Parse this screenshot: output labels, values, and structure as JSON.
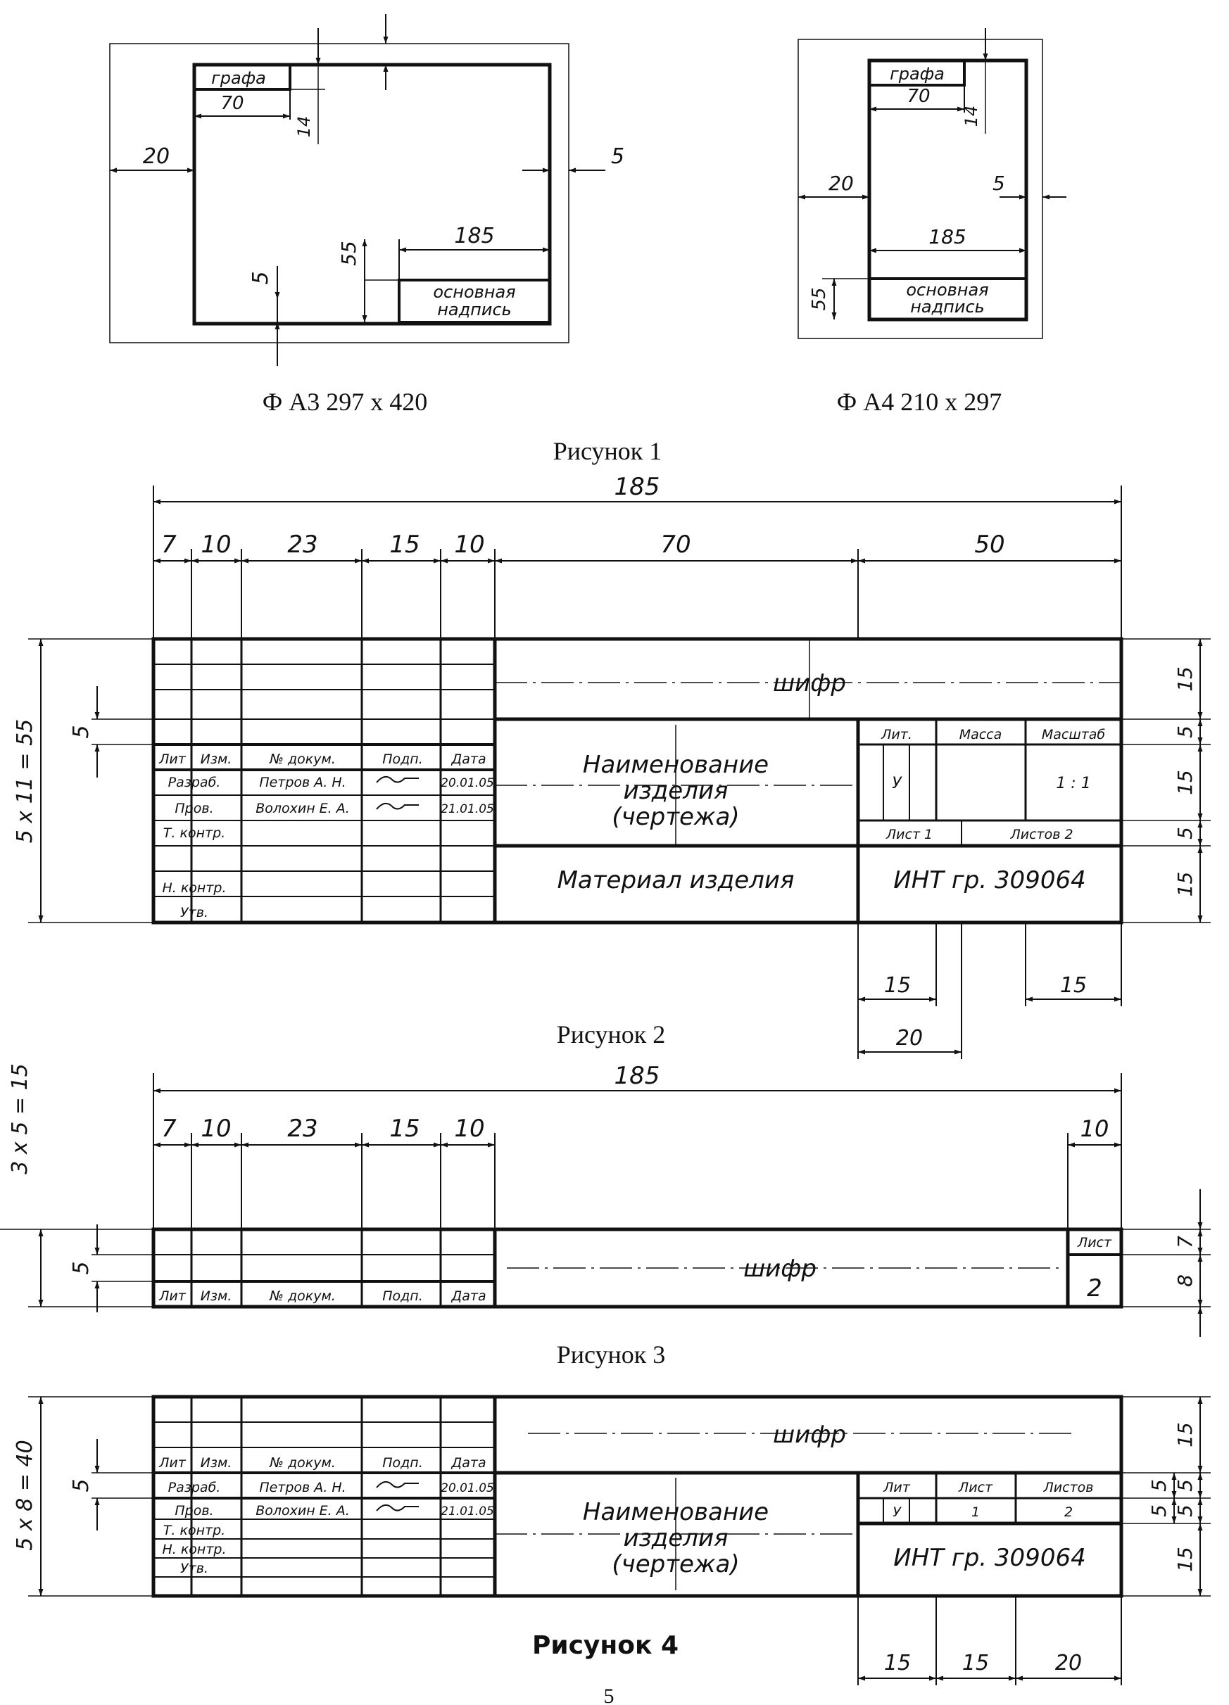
{
  "fig1": {
    "a3": {
      "title": "Ф А3 297 х 420",
      "graph": "графа",
      "d70": "70",
      "d14": "14",
      "d20": "20",
      "d5_right": "5",
      "d185": "185",
      "d55": "55",
      "d5_bottom": "5",
      "stamp_line1": "основная",
      "stamp_line2": "надпись"
    },
    "a4": {
      "title": "Ф А4 210 х 297",
      "graph": "графа",
      "d70": "70",
      "d14": "14",
      "d20": "20",
      "d5_right": "5",
      "d185": "185",
      "d55": "55",
      "stamp_line1": "основная",
      "stamp_line2": "надпись"
    },
    "caption": "Рисунок 1"
  },
  "fig2": {
    "overall": "185",
    "cols": [
      "7",
      "10",
      "23",
      "15",
      "10",
      "70",
      "50"
    ],
    "height_label": "5 х 11 = 55",
    "row5": "5",
    "right_dims": [
      "15",
      "5",
      "15",
      "5",
      "15"
    ],
    "cipher": "шифр",
    "headers": [
      "Лит",
      "Изм.",
      "№ докум.",
      "Подп.",
      "Дата"
    ],
    "role_labels": [
      "Разраб.",
      "Пров.",
      "Т. контр.",
      "Н. контр.",
      "Утв."
    ],
    "names": [
      "Петров А. Н.",
      "Волохин Е. А."
    ],
    "dates": [
      "20.01.05",
      "21.01.05"
    ],
    "name_line1": "Наименование",
    "name_line2": "изделия",
    "name_line3": "(чертежа)",
    "material": "Материал изделия",
    "lit": "Лит.",
    "mass": "Масса",
    "scale": "Масштаб",
    "lit_value": "У",
    "scale_value": "1 : 1",
    "sheet": "Лист 1",
    "sheets": "Листов 2",
    "org": "ИНТ гр. 309064",
    "bottom_dims": [
      "15",
      "20",
      "15"
    ],
    "caption": "Рисунок 2"
  },
  "fig3": {
    "overall": "185",
    "cols": [
      "7",
      "10",
      "23",
      "15",
      "10"
    ],
    "col_right": "10",
    "height_label": "3 х 5 = 15",
    "row5": "5",
    "right_dims": [
      "7",
      "8"
    ],
    "cipher": "шифр",
    "headers": [
      "Лит",
      "Изм.",
      "№ докум.",
      "Подп.",
      "Дата"
    ],
    "sheet_label": "Лист",
    "sheet_value": "2",
    "caption": "Рисунок 3"
  },
  "fig4": {
    "height_label": "5 х 8 = 40",
    "row5": "5",
    "right_dims": [
      "15",
      "5",
      "5",
      "5",
      "5",
      "15"
    ],
    "cipher": "шифр",
    "headers": [
      "Лит",
      "Изм.",
      "№ докум.",
      "Подп.",
      "Дата"
    ],
    "role_labels": [
      "Разраб.",
      "Пров.",
      "Т. контр.",
      "Н. контр.",
      "Утв."
    ],
    "names": [
      "Петров А. Н.",
      "Волохин Е. А."
    ],
    "dates": [
      "20.01.05",
      "21.01.05"
    ],
    "name_line1": "Наименование",
    "name_line2": "изделия",
    "name_line3": "(чертежа)",
    "lit": "Лит",
    "sheet": "Лист",
    "sheets": "Листов",
    "lit_value": "У",
    "sheet_value": "1",
    "sheets_value": "2",
    "org": "ИНТ гр. 309064",
    "bottom_dims": [
      "15",
      "15",
      "20"
    ],
    "caption": "Рисунок 4"
  },
  "page_number": "5"
}
